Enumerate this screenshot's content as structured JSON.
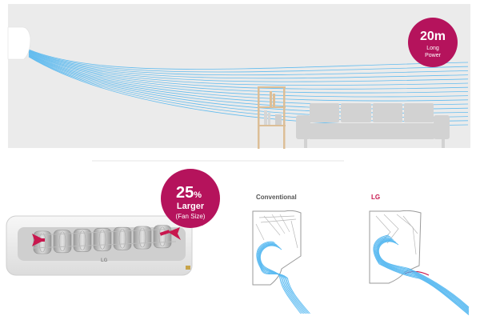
{
  "top_panel": {
    "badge": {
      "value": "20m",
      "line1": "Long",
      "line2": "Power"
    },
    "colors": {
      "background": "#ebebeb",
      "badge": "#b5135c",
      "airflow": "#4bb4f0",
      "sofa": "#d2d2d2",
      "shelf": "#dcbe97"
    }
  },
  "bottom_panel": {
    "fan_badge": {
      "value": "25",
      "unit": "%",
      "line1": "Larger",
      "line2": "(Fan Size)"
    },
    "unit_logo": "LG",
    "conventional_label": "Conventional",
    "lg_label": "LG",
    "colors": {
      "badge": "#b5135c",
      "lg_label": "#c8174e",
      "conventional_label": "#555555",
      "airflow": "#4bb4f0",
      "arrow": "#c8174e"
    }
  }
}
